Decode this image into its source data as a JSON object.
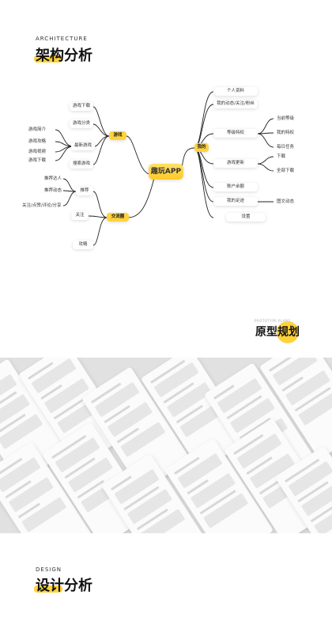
{
  "sections": {
    "architecture": {
      "eyebrow": "ARCHITECTURE",
      "title": "架构分析"
    },
    "prototype": {
      "eyebrow": "PROTOTYPE PLANS",
      "title": "原型规划"
    },
    "design": {
      "eyebrow": "DESIGN",
      "title": "设计分析"
    }
  },
  "mindmap": {
    "center": "趣玩APP",
    "game": {
      "label": "游戏",
      "children": [
        "游戏下载",
        "游戏分类",
        "最新游戏",
        "搜索游戏"
      ],
      "latest_children": [
        "游戏简介",
        "游戏攻略",
        "游戏视频",
        "游戏下载"
      ]
    },
    "community": {
      "label": "交流圈",
      "children": [
        "推荐",
        "关注",
        "攻略"
      ],
      "recommend_children": [
        "推荐达人",
        "推荐动态",
        "关注/点赞/评论/分享"
      ]
    },
    "mine": {
      "label": "我的",
      "children": [
        "个人资料",
        "我的动态/关注/粉丝",
        "等级特权",
        "游戏更新",
        "账户余额",
        "我的足迹",
        "设置"
      ],
      "level_children": [
        "当前等级",
        "我的特权",
        "每日任务"
      ],
      "update_children": [
        "下载",
        "全部下载"
      ],
      "footprint_children": [
        "图文动态"
      ]
    }
  }
}
